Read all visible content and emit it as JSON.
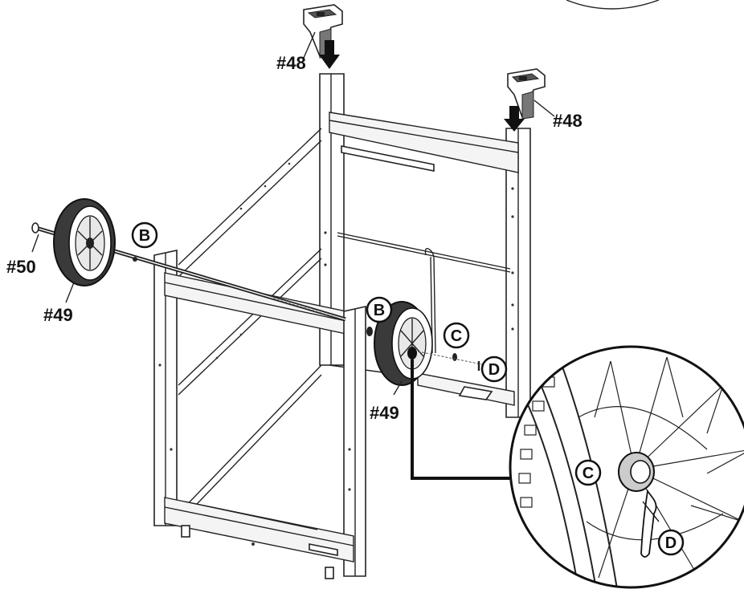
{
  "labels": {
    "cap_left": "#48",
    "cap_right": "#48",
    "wheel_left": "#49",
    "wheel_right": "#49",
    "axle": "#50"
  },
  "callouts": {
    "b_left": "B",
    "b_right": "B",
    "c_main": "C",
    "d_main": "D",
    "c_detail": "C",
    "d_detail": "D"
  }
}
